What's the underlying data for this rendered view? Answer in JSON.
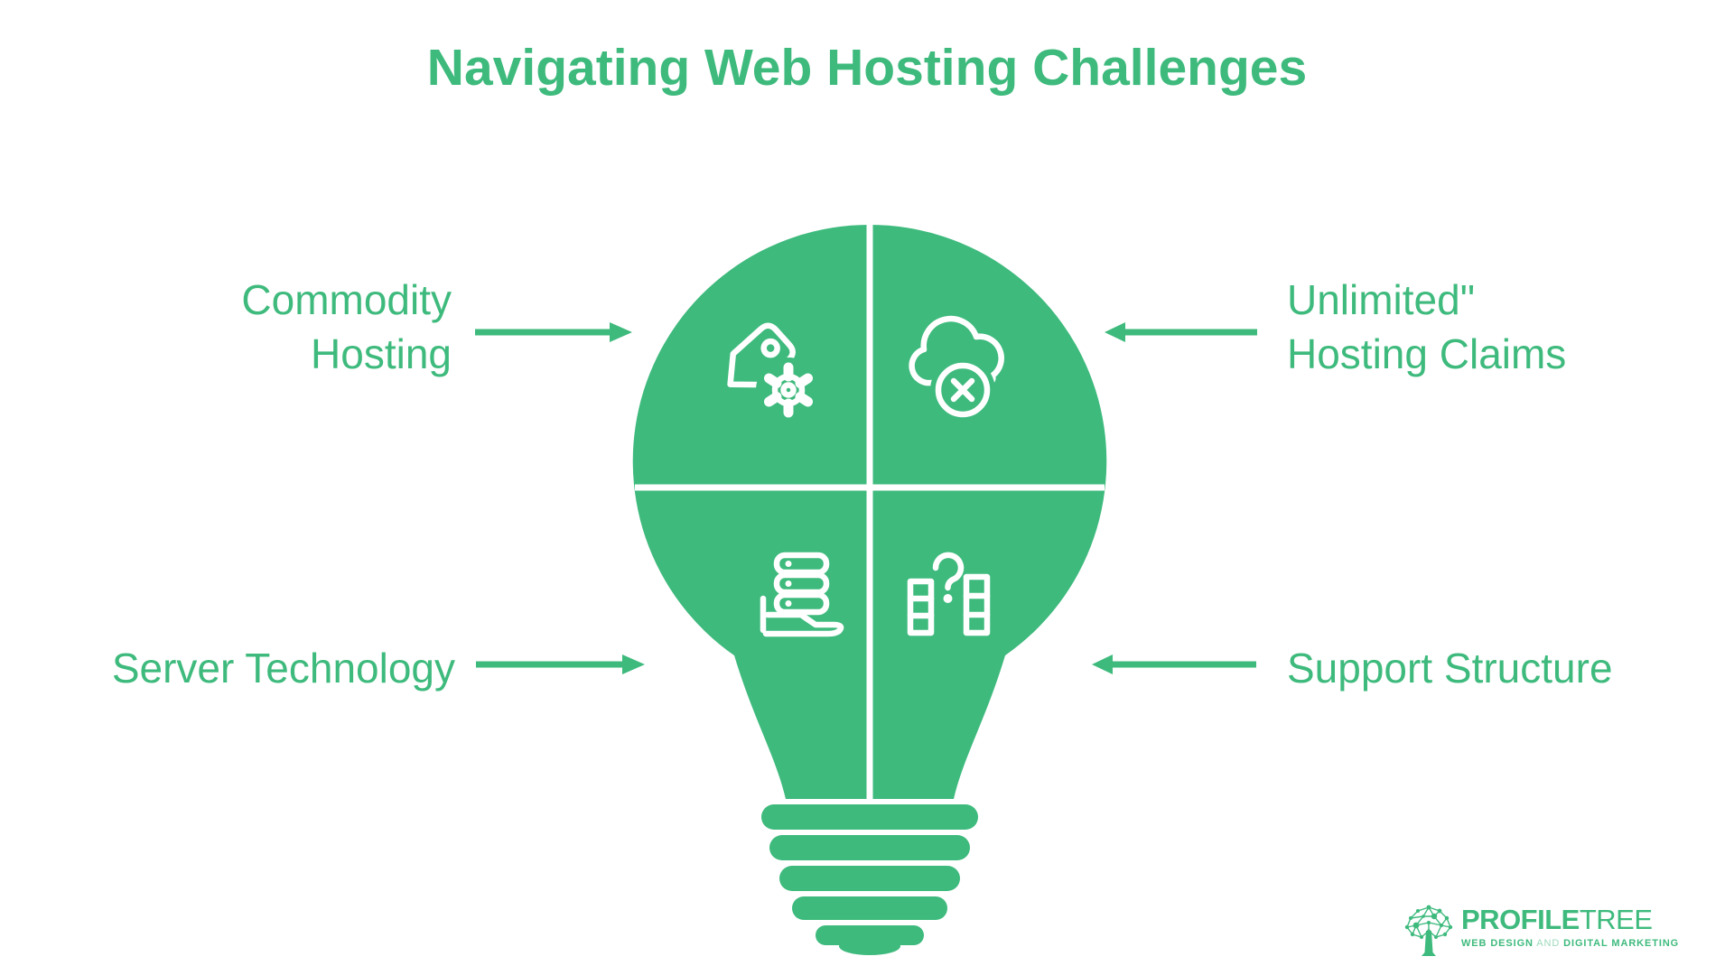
{
  "colors": {
    "accent_green": "#3eba7d",
    "icon_white": "#ffffff",
    "tagline_and_green": "#9ed9bd",
    "background": "#ffffff"
  },
  "title": "Navigating Web Hosting Challenges",
  "labels": {
    "commodity": {
      "line1": "Commodity",
      "line2": "Hosting"
    },
    "unlimited": {
      "line1": "Unlimited\"",
      "line2": "Hosting Claims"
    },
    "server": {
      "line1": "Server Technology"
    },
    "support": {
      "line1": "Support Structure"
    }
  },
  "bulb": {
    "shape": "lightbulb split into four quadrants",
    "quadrants": [
      {
        "position": "top-left",
        "icon": "price-tag-gear-icon",
        "topic": "Commodity Hosting"
      },
      {
        "position": "top-right",
        "icon": "cloud-error-icon",
        "topic": "Unlimited\" Hosting Claims"
      },
      {
        "position": "bottom-left",
        "icon": "hand-server-icon",
        "topic": "Server Technology"
      },
      {
        "position": "bottom-right",
        "icon": "server-comparison-question-icon",
        "topic": "Support Structure"
      }
    ]
  },
  "logo": {
    "brand_bold": "PROFILE",
    "brand_light": "TREE",
    "tagline_web_design": "WEB DESIGN",
    "tagline_and": "AND",
    "tagline_marketing": "DIGITAL MARKETING",
    "icon": "network-tree-icon"
  }
}
